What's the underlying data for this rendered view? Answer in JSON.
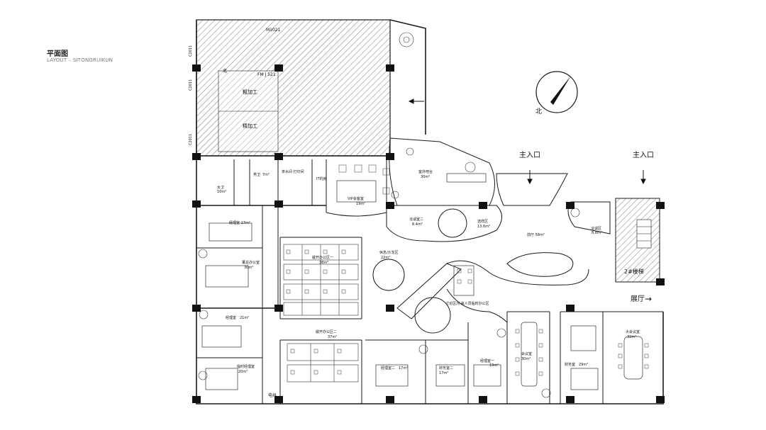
{
  "header": {
    "title": "平面图",
    "subtitle": "LAYOUT – SITONGRUIKUN"
  },
  "plan": {
    "door_codes": {
      "top": "M1021",
      "mid": "FM J 521",
      "left1": "C2011",
      "left2": "C2011",
      "left3": "C2011"
    },
    "north_small": "北",
    "north_arrow": "北",
    "rooms": {
      "processing1": "粗加工",
      "processing2": "精加工",
      "female_wc": "女卫",
      "female_wc_area": "10m²",
      "male_wc": "男卫",
      "male_wc_area": "7m²",
      "pantry": "茶水间 打印间",
      "server_room": "IT机房",
      "vip_room": "VIP会客室",
      "vip_area": "19m²",
      "outdoor_bar": "室外吧台",
      "outdoor_area": "30m²",
      "meeting2": "洽谈室二",
      "meeting2_area": "8.4m²",
      "selection": "选样区",
      "selection_area": "13.6m²",
      "lobby": "前厅 58m²",
      "negotiation": "洽谈区",
      "negotiation_area": "8.8m²",
      "stair": "2#楼梯",
      "manager_room": "经理室 17m²",
      "ceo_office": "董总办公室",
      "ceo_area": "30m²",
      "open_office1": "敞开办公区一",
      "open_office1_area": "38m²",
      "rest_area": "休息/沙龙区",
      "rest_area_sq": "22m²",
      "discuss_area": "讨论区/外来人员临时办公区",
      "manager_room3": "经理室",
      "manager_room3_area": "21m²",
      "temp_manager": "临时经理室",
      "temp_manager_area": "20m²",
      "open_office2": "敞开办公区二",
      "open_office2_area": "37m²",
      "manager_room2": "经理室二",
      "manager_room2_area": "17m²",
      "finance2": "财务室二",
      "finance2_area": "17m²",
      "manager_room1": "经理室一",
      "manager_room1_area": "19m²",
      "meeting_room": "会议室",
      "meeting_room_area": "30m²",
      "finance_room": "财务室",
      "finance_room_area": "29m²",
      "big_meeting": "大会议室",
      "big_meeting_area": "32m²",
      "elevator": "电井"
    },
    "labels": {
      "main_entrance_1": "主入口",
      "main_entrance_2": "主入口",
      "exhibition": "展厅",
      "arrow": "→"
    }
  },
  "colors": {
    "line": "#1a1a1a",
    "hatch": "#555555",
    "column": "#111111",
    "title": "#222222",
    "subtitle": "#777777"
  }
}
